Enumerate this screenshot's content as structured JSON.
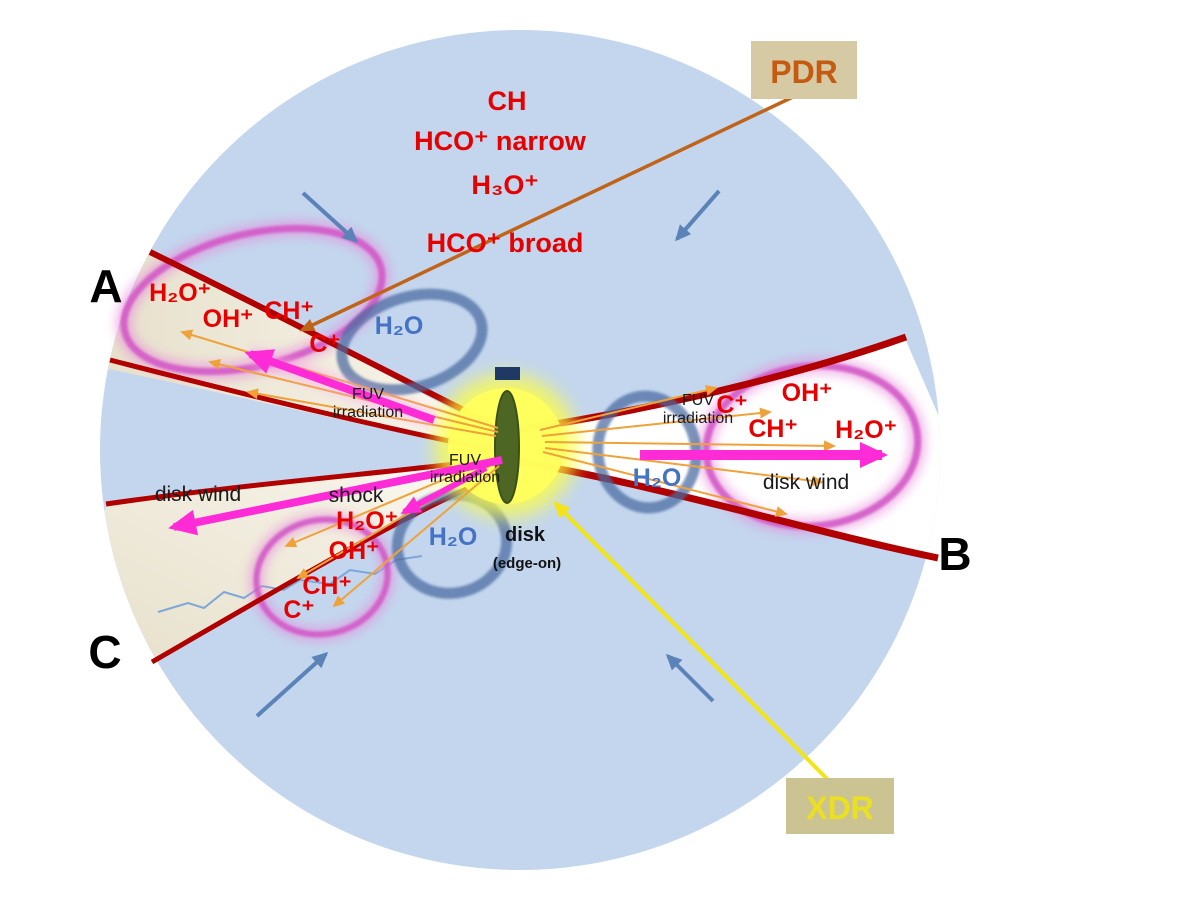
{
  "colors": {
    "envelope": "#c3d6ee",
    "cavity_fill": "#e9e2cf",
    "cavity_wall": "#b00000",
    "ring_pink": "#e678d8",
    "ring_blue": "#4a6aa0",
    "center_glow": "#ffff45",
    "disk_green": "#3f5a1f",
    "disk_navy": "#1f3864",
    "arrow_magenta": "#ff2bd6",
    "arrow_orange": "#f0a23a",
    "arrow_infall": "#5b83b8",
    "pdr_accent": "#c55a11",
    "xdr_accent": "#eae020",
    "species_red": "#e60000",
    "species_blue": "#4472c4",
    "label_box": "#d5caa3"
  },
  "envelope": {
    "species": [
      "CH",
      "HCO⁺ narrow",
      "H₃O⁺",
      "HCO⁺ broad"
    ]
  },
  "regions": {
    "a": "A",
    "b": "B",
    "c": "C"
  },
  "pdr": {
    "label": "PDR"
  },
  "xdr": {
    "label": "XDR"
  },
  "fuv": {
    "line1": "FUV",
    "line2": "irradiation"
  },
  "cavity_a": {
    "h2o_plus": "H₂O⁺",
    "oh_plus": "OH⁺",
    "ch_plus": "CH⁺",
    "c_plus": "C⁺",
    "h2o": "H₂O"
  },
  "cavity_b": {
    "c_plus": "C⁺",
    "oh_plus": "OH⁺",
    "ch_plus": "CH⁺",
    "h2o_plus": "H₂O⁺",
    "h2o": "H₂O",
    "disk_wind": "disk wind"
  },
  "cavity_c": {
    "disk_wind": "disk wind",
    "shock": "shock",
    "h2o_plus": "H₂O⁺",
    "oh_plus": "OH⁺",
    "ch_plus": "CH⁺",
    "c_plus": "C⁺",
    "h2o": "H₂O"
  },
  "disk": {
    "label": "disk",
    "sublabel": "(edge-on)"
  }
}
